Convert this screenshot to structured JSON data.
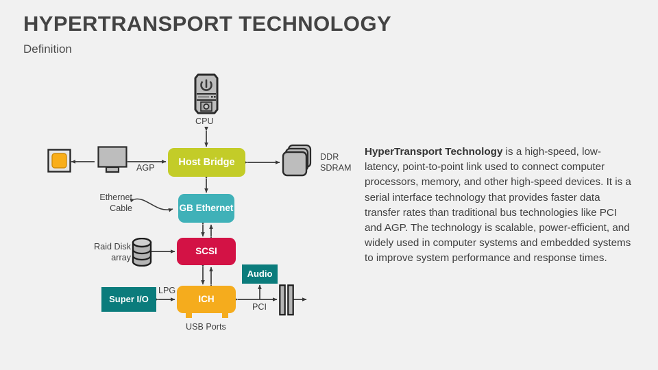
{
  "slide": {
    "title": "HYPERTRANSPORT TECHNOLOGY",
    "subtitle": "Definition",
    "background_color": "#f1f1f1"
  },
  "definition": {
    "lead": "HyperTransport Technology",
    "body": " is a high-speed, low-latency, point-to-point link used to connect computer processors, memory, and other high-speed devices. It is a serial interface technology that provides faster data transfer rates than traditional bus technologies like PCI and AGP. The technology is scalable, power-efficient, and widely used in computer systems and embedded systems to improve system performance and response times."
  },
  "diagram": {
    "nodes": [
      {
        "id": "host-bridge",
        "label": "Host Bridge",
        "color": "#c3cc28"
      },
      {
        "id": "gb-ethernet",
        "label": "GB\nEthernet",
        "color": "#3fb1b8"
      },
      {
        "id": "scsi",
        "label": "SCSI",
        "color": "#d31245"
      },
      {
        "id": "ich",
        "label": "ICH",
        "color": "#f5ac1d"
      },
      {
        "id": "audio",
        "label": "Audio",
        "color": "#0b7c7c"
      },
      {
        "id": "super-io",
        "label": "Super I/O",
        "color": "#0b7c7c"
      }
    ],
    "labels": {
      "cpu": "CPU",
      "agp": "AGP",
      "ddr_sdram": "DDR\nSDRAM",
      "ethernet_cable": "Ethernet\nCable",
      "raid_disk_array": "Raid Disk\narray",
      "lpg": "LPG",
      "pci": "PCI",
      "usb_ports": "USB Ports"
    },
    "icons": {
      "cpu": "computer-tower-icon",
      "monitor": "monitor-icon",
      "graphics_card": "graphics-card-icon",
      "memory": "memory-stack-icon",
      "raid": "disk-cylinder-icon",
      "pci_slots": "pci-slot-icon"
    },
    "palette": {
      "olive": "#c3cc28",
      "teal_light": "#3fb1b8",
      "teal_dark": "#0b7c7c",
      "crimson": "#d31245",
      "amber": "#f5ac1d",
      "orange": "#f5ac1d",
      "gray_fill": "#bdbdbd",
      "outline": "#333333"
    }
  }
}
